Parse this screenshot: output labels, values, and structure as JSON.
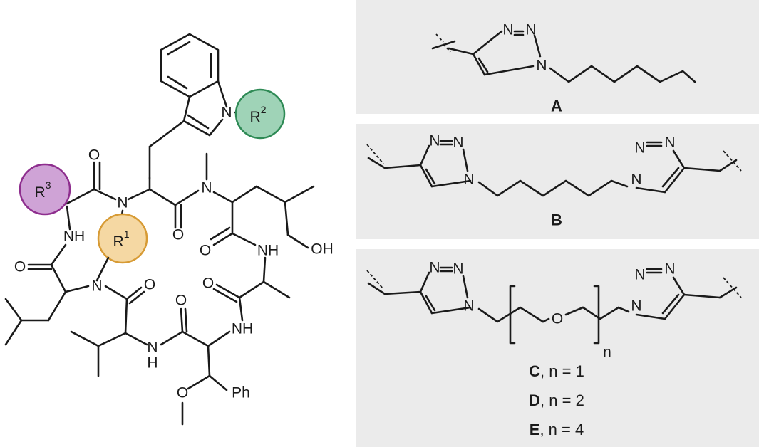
{
  "macrocycle": {
    "atoms": {
      "nh_left": "NH",
      "nh_bottom_n": "N",
      "nh_bottom_h": "H",
      "nh_right_bottom": "NH",
      "nh_right_upper": "NH",
      "n_methyl": "N",
      "n_indole": "N",
      "n_r1": "N",
      "n_ring": "N",
      "o1": "O",
      "o2": "O",
      "o3": "O",
      "o4": "O",
      "o5": "O",
      "o6": "O",
      "o7": "O",
      "o8": "O",
      "oh": "OH",
      "ph": "Ph"
    },
    "substituents": [
      {
        "label": "R",
        "sup": "3",
        "color": "#cfa3d6",
        "stroke": "#8e2e8e"
      },
      {
        "label": "R",
        "sup": "1",
        "color": "#f5d8a3",
        "stroke": "#d79b35"
      },
      {
        "label": "R",
        "sup": "2",
        "color": "#9fd3b7",
        "stroke": "#2e8a55"
      }
    ]
  },
  "panels": [
    {
      "id": "A",
      "label": "A",
      "suffix": ""
    },
    {
      "id": "B",
      "label": "B",
      "suffix": ""
    },
    {
      "id": "CDE",
      "lines": [
        {
          "label": "C",
          "suffix": ", n = 1"
        },
        {
          "label": "D",
          "suffix": ", n = 2"
        },
        {
          "label": "E",
          "suffix": ", n = 4"
        }
      ]
    }
  ],
  "triazole_atoms": {
    "n": "N",
    "eq": "N=N",
    "o": "O",
    "n_sub": "n"
  }
}
